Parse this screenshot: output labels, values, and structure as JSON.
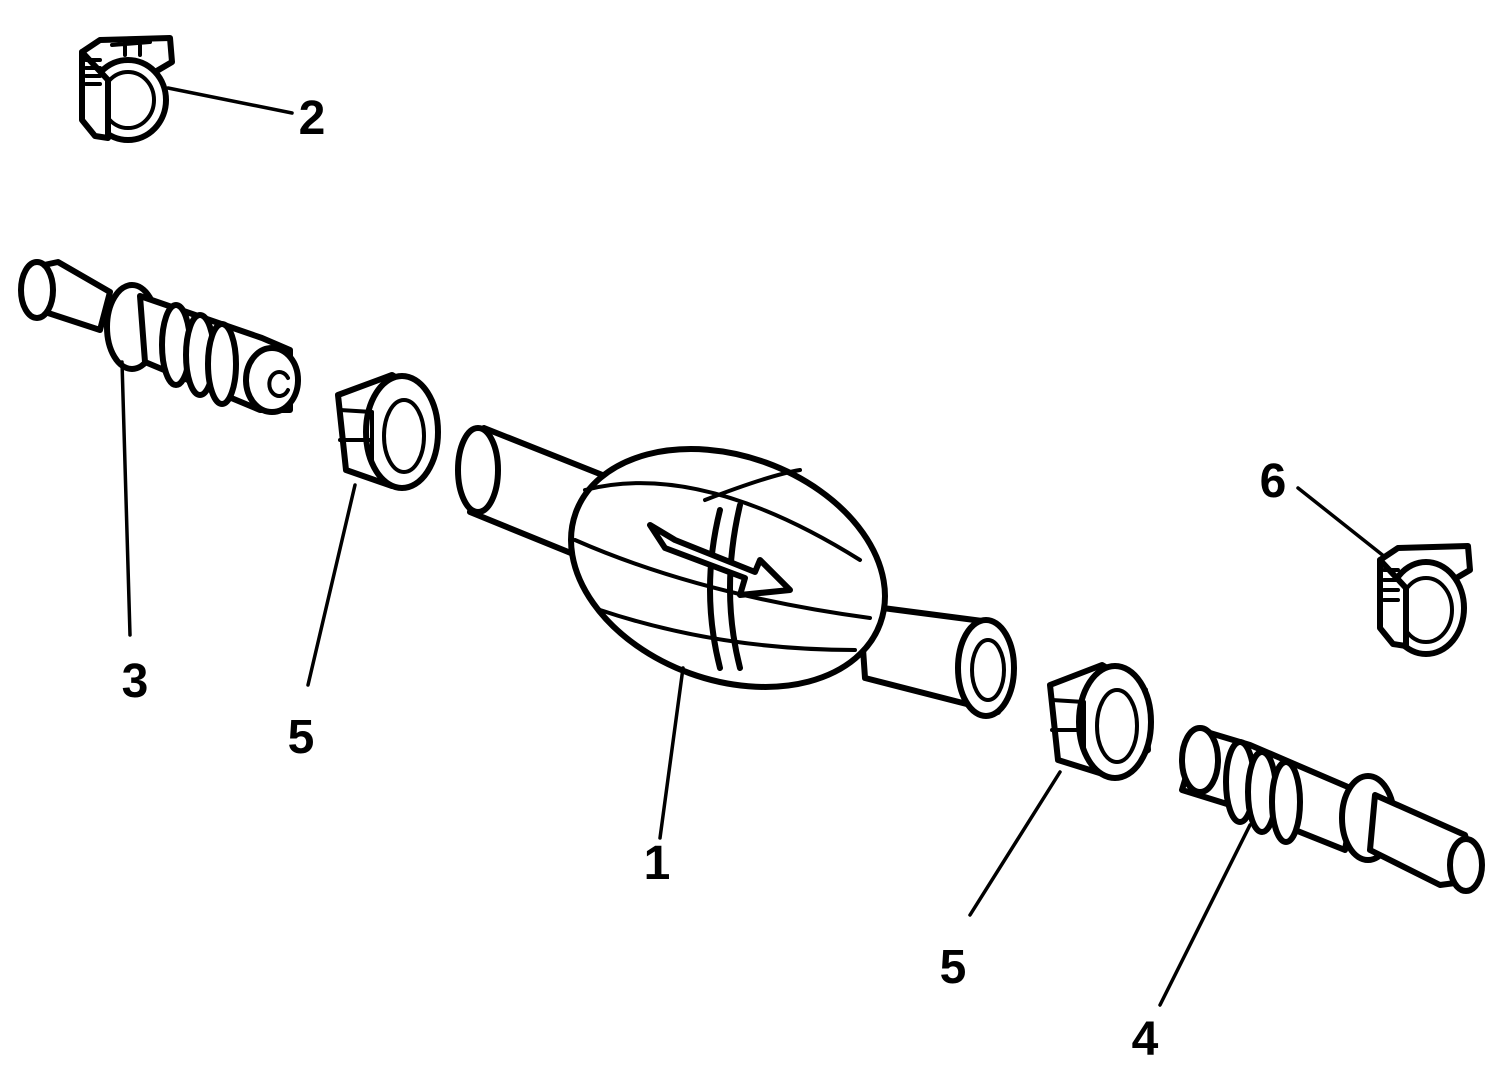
{
  "callouts": [
    {
      "id": "1",
      "part": "primer-bulb"
    },
    {
      "id": "2",
      "part": "hose-clamp-top"
    },
    {
      "id": "3",
      "part": "hose-fitting-left"
    },
    {
      "id": "4",
      "part": "hose-fitting-right"
    },
    {
      "id": "5",
      "part": "nut-left"
    },
    {
      "id": "5",
      "part": "nut-right"
    },
    {
      "id": "6",
      "part": "hose-clamp-right"
    }
  ]
}
